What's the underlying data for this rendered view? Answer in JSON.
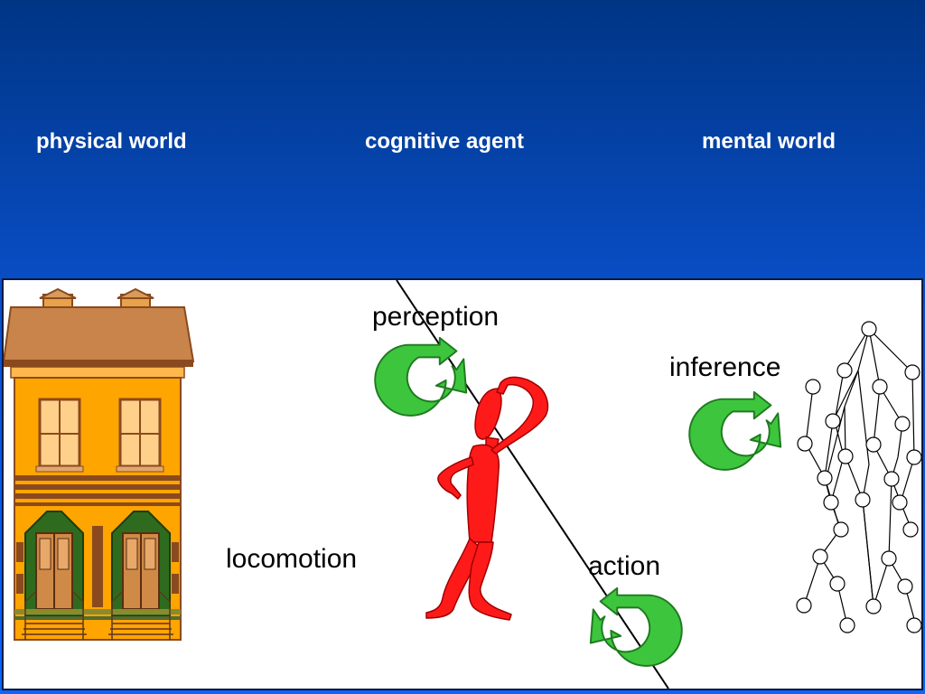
{
  "headers": {
    "physical": "physical world",
    "agent": "cognitive agent",
    "mental": "mental world"
  },
  "labels": {
    "perception": "perception",
    "inference": "inference",
    "locomotion": "locomotion",
    "action": "action"
  },
  "colors": {
    "arrow_fill": "#3dc63d",
    "arrow_stroke": "#1f7a1f",
    "figure": "#ff1a1a",
    "house_body": "#ffa500",
    "house_roof": "#c8844a"
  },
  "icons": {
    "house": "townhouse-illustration",
    "figure": "thinking-figure-illustration",
    "network": "node-network"
  }
}
